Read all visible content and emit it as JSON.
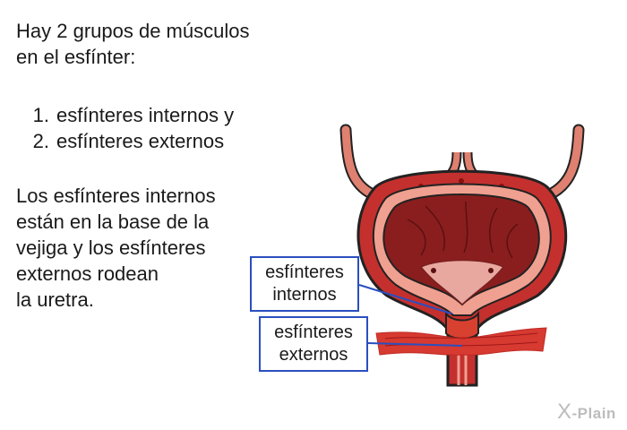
{
  "intro": {
    "line1": "Hay 2 grupos de músculos",
    "line2": "en el esfínter:"
  },
  "list": [
    {
      "num": "1.",
      "text": "esfínteres internos y"
    },
    {
      "num": "2.",
      "text": "esfínteres externos"
    }
  ],
  "paragraph": [
    "Los esfínteres internos",
    "están en la base de la",
    "vejiga y los esfínteres",
    "externos rodean",
    "la uretra."
  ],
  "labels": {
    "internal_line1": "esfínteres",
    "internal_line2": "internos",
    "external_line1": "esfínteres",
    "external_line2": "externos"
  },
  "logo": {
    "x": "X",
    "text": "-Plain"
  },
  "colors": {
    "muscle_wall": "#c4302e",
    "inner_cavity": "#8a1e1e",
    "lining": "#f0a090",
    "label_border": "#2a4fbf",
    "logo_gray": "#bcbcbc"
  }
}
